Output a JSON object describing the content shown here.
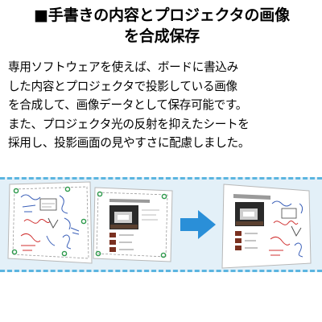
{
  "heading": {
    "line1": "■手書きの内容とプロジェクタの画像",
    "line2": "を合成保存"
  },
  "body": {
    "lines": [
      "専用ソフトウェアを使えば、ボードに書込み",
      "した内容とプロジェクタで投影している画像",
      "を合成して、画像データとして保存可能です。",
      "また、プロジェクタ光の反射を抑えたシートを",
      "採用し、投影画面の見やすさに配慮しました。"
    ]
  },
  "illustration": {
    "band_color": "#e3f0f8",
    "border_color": "#5bb5e0",
    "arrow_color": "#2a8fd8",
    "marker_color": "#2e9a4c",
    "left_image": "whiteboard-with-handwriting",
    "middle_image": "projected-slide",
    "right_image": "combined-saved-image"
  }
}
